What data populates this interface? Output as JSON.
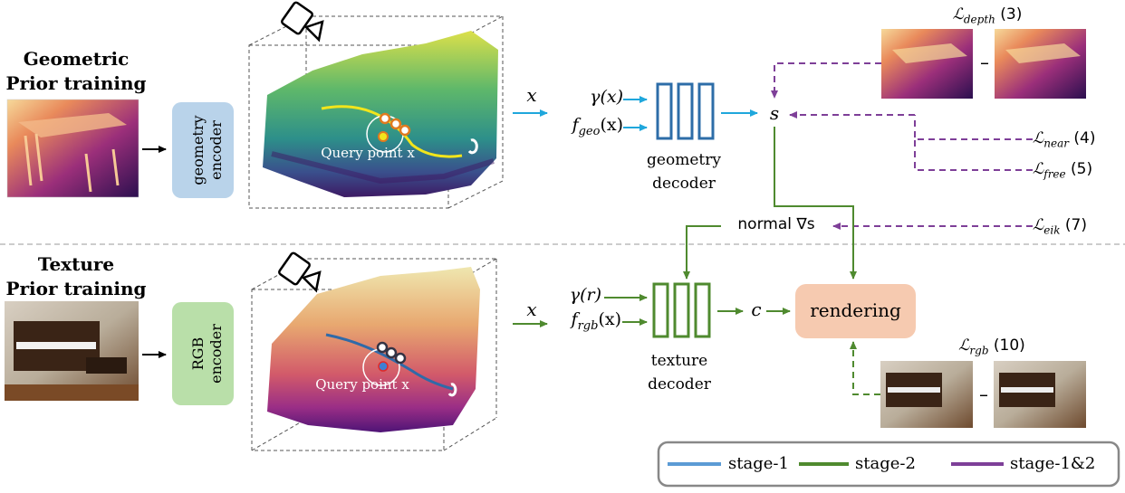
{
  "geo_title": [
    "Geometric",
    "Prior training"
  ],
  "tex_title": [
    "Texture",
    "Prior training"
  ],
  "geo_encoder": [
    "geometry",
    "encoder"
  ],
  "rgb_encoder": [
    "RGB",
    "encoder"
  ],
  "query_point_label": "Query point x",
  "x_symbol": "x",
  "gamma_x": "γ(x)",
  "f_geo": "f",
  "f_geo_sub": "geo",
  "f_arg": "(x)",
  "gamma_r": "γ(r)",
  "f_rgb": "f",
  "f_rgb_sub": "rgb",
  "geometry_decoder": [
    "geometry",
    "decoder"
  ],
  "texture_decoder": [
    "texture",
    "decoder"
  ],
  "s_symbol": "s",
  "c_symbol": "c",
  "normal_label": "normal ∇s",
  "rendering_label": "rendering",
  "loss_depth": {
    "sym": "ℒ",
    "sub": "depth",
    "ref": "(3)"
  },
  "loss_near": {
    "sym": "ℒ",
    "sub": "near",
    "ref": "(4)"
  },
  "loss_free": {
    "sym": "ℒ",
    "sub": "free",
    "ref": "(5)"
  },
  "loss_eik": {
    "sym": "ℒ",
    "sub": "eik",
    "ref": "(7)"
  },
  "loss_rgb": {
    "sym": "ℒ",
    "sub": "rgb",
    "ref": "(10)"
  },
  "minus": "–",
  "legend": {
    "stage1": "stage-1",
    "stage2": "stage-2",
    "stage12": "stage-1&2"
  },
  "colors": {
    "stage1": "#1fa7dc",
    "stage2": "#4f8a2f",
    "stage12": "#7e3f98",
    "geo_encoder_fill": "#b9d3ea",
    "rgb_encoder_fill": "#b9dfa9",
    "rendering_fill": "#f6cab0",
    "decoder_geo": "#2d6da8",
    "decoder_tex": "#4f8a2f"
  }
}
